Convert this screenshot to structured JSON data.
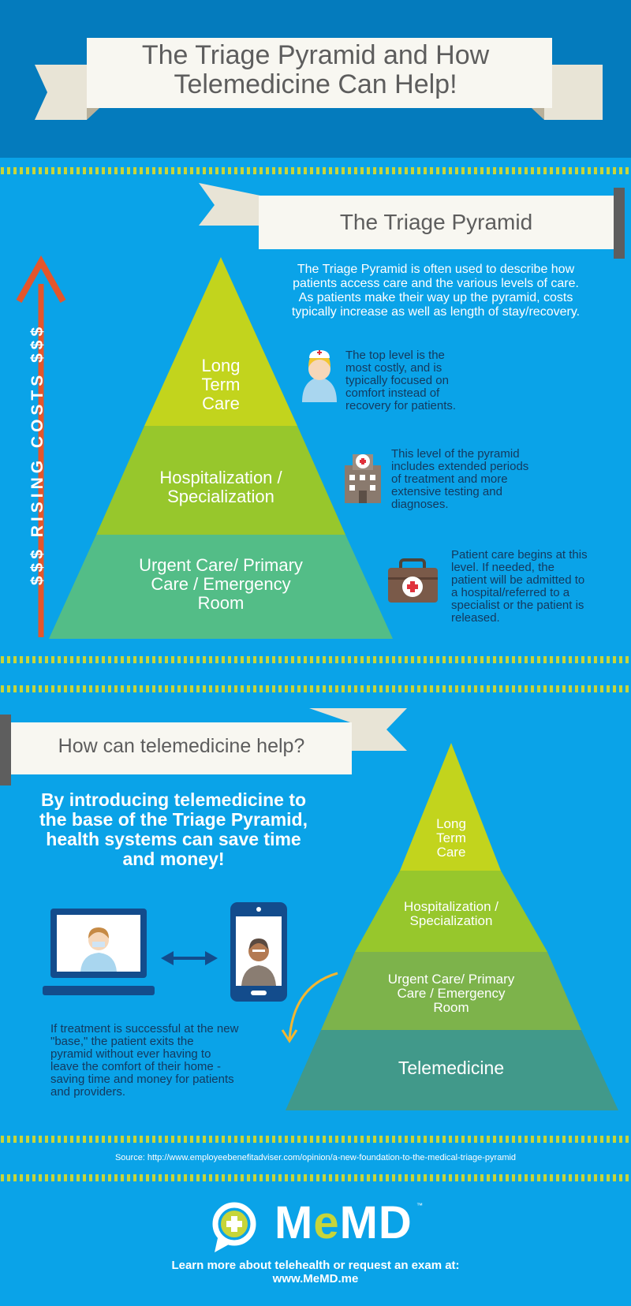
{
  "header": {
    "title_line1": "The Triage Pyramid and How",
    "title_line2": "Telemedicine Can Help!"
  },
  "section1": {
    "title": "The Triage Pyramid",
    "intro_line1": "The Triage Pyramid is often used to describe how",
    "intro_line2": "patients access care and the various levels of care.",
    "intro_line3": "As patients make their way up the pyramid, costs",
    "intro_line4": "typically increase as well as length of stay/recovery.",
    "axis_label": "$$$ RISING COSTS $$$",
    "pyramid": {
      "top_l1": "Long",
      "top_l2": "Term",
      "top_l3": "Care",
      "mid_l1": "Hospitalization /",
      "mid_l2": "Specialization",
      "base_l1": "Urgent Care/ Primary",
      "base_l2": "Care / Emergency",
      "base_l3": "Room"
    },
    "desc_top": [
      "The top level is the",
      "most costly, and is",
      "typically focused on",
      "comfort instead of",
      "recovery for patients."
    ],
    "desc_mid": [
      "This level of the pyramid",
      "includes extended periods",
      "of treatment and more",
      "extensive testing and",
      "diagnoses."
    ],
    "desc_base": [
      "Patient care begins at this",
      "level. If needed, the",
      "patient will be admitted to",
      "a hospital/referred to a",
      "specialist or the patient is",
      "released."
    ]
  },
  "section2": {
    "title": "How can telemedicine help?",
    "claim_l1": "By introducing telemedicine to",
    "claim_l2": "the base of the Triage Pyramid,",
    "claim_l3": "health systems can save time",
    "claim_l4": "and money!",
    "note": [
      "If treatment is successful at the new",
      "\"base,\" the patient exits the",
      "pyramid without ever having to",
      "leave the comfort of their home -",
      "saving time and money for patients",
      "and providers."
    ],
    "pyramid": {
      "top_l1": "Long",
      "top_l2": "Term",
      "top_l3": "Care",
      "mid_l1": "Hospitalization /",
      "mid_l2": "Specialization",
      "urgent_l1": "Urgent Care/ Primary",
      "urgent_l2": "Care / Emergency",
      "urgent_l3": "Room",
      "base": "Telemedicine"
    }
  },
  "footer": {
    "source": "Source: http://www.employeebenefitadviser.com/opinion/a-new-foundation-to-the-medical-triage-pyramid",
    "brand_pre": "M",
    "brand_e": "e",
    "brand_post": "MD",
    "tm": "™",
    "cta_l1": "Learn more about telehealth or request an exam at:",
    "cta_l2": "www.MeMD.me"
  },
  "colors": {
    "header_bg": "#047bbd",
    "page_bg": "#0aa3e8",
    "ribbon": "#f7f6ef",
    "dots": "#c7d53a",
    "arrow": "#e4562b",
    "tier_top": "#c2d41d",
    "tier_mid": "#97c72c",
    "tier_base": "#53bd87",
    "tier2_urgent": "#7db34b",
    "tier2_tele": "#41998a"
  }
}
